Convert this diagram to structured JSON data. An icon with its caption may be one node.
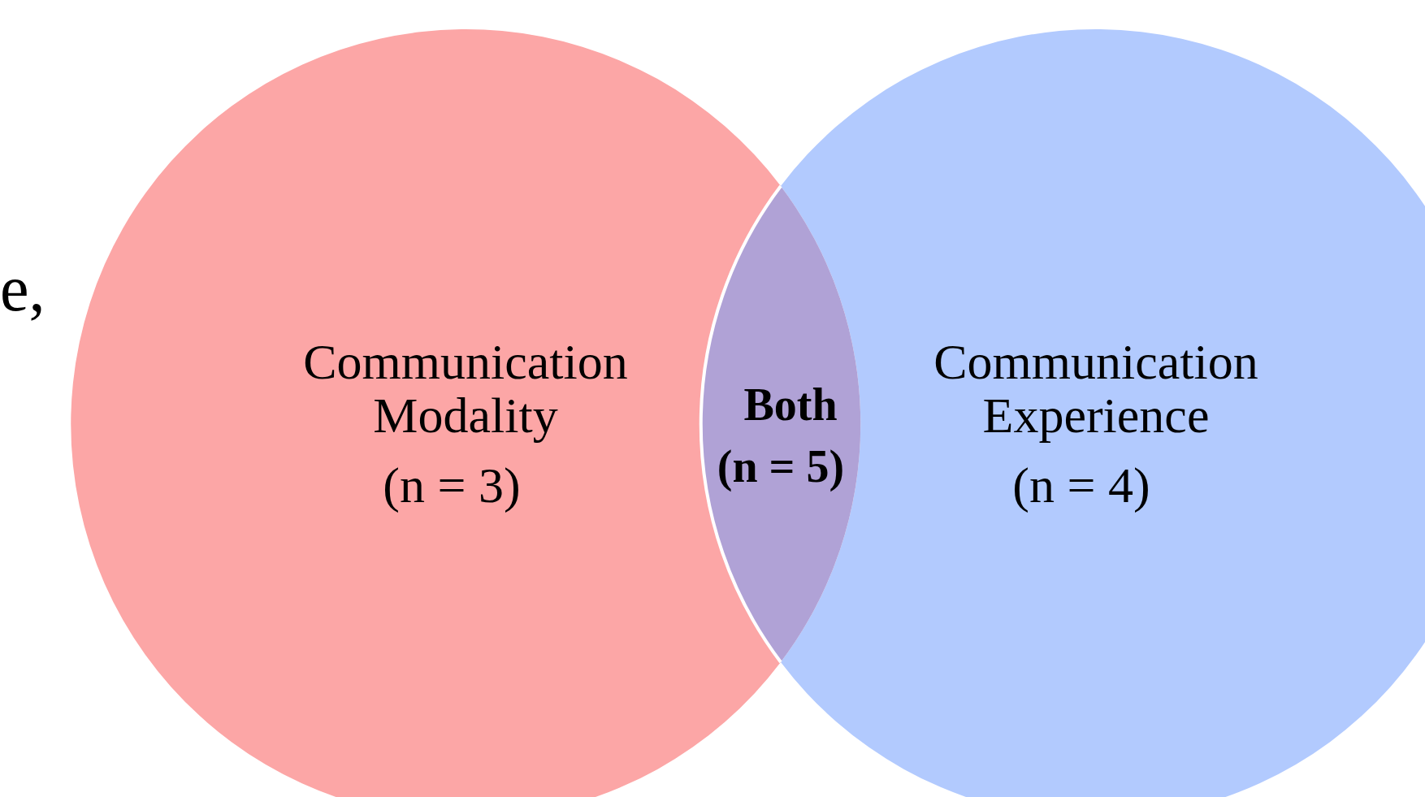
{
  "diagram": {
    "nodes": [
      {
        "text": [
          "Communication Modality",
          "(n = 3)"
        ]
      },
      {
        "text": [
          "Communication Experience",
          "(n = 4)"
        ]
      },
      {
        "text": [
          "Both",
          "(n = 5)"
        ]
      }
    ],
    "labels": [
      "e,"
    ]
  }
}
